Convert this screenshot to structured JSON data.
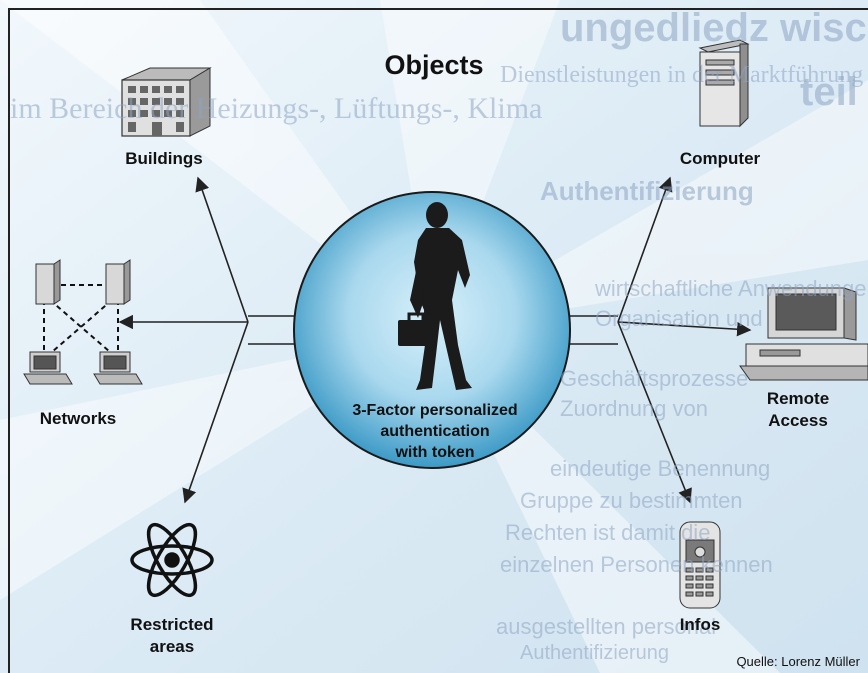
{
  "title": "Objects",
  "center": {
    "line1": "3-Factor personalized",
    "line2": "authentication",
    "line3": "with token"
  },
  "nodes": {
    "buildings": "Buildings",
    "networks": "Networks",
    "restricted_1": "Restricted",
    "restricted_2": "areas",
    "computer": "Computer",
    "remote_1": "Remote",
    "remote_2": "Access",
    "infos": "Infos"
  },
  "source": "Quelle: Lorenz Müller",
  "background_text": {
    "heading_1": "ungedliedz wischen Person",
    "heading_2": "teil",
    "heading_3": "Authentifizierung",
    "line_1": "Dienstleistungen in der Marktführung",
    "line_2": "im Bereich der Heizungs-, Lüftungs-, Klima",
    "line_3": "wirtschaftliche Anwendungen",
    "line_4": "Organisation und",
    "line_5": "Geschäftsprozesse",
    "line_6": "Zuordnung von",
    "line_7": "eindeutige Benennung",
    "line_8": "Gruppe zu bestimmten",
    "line_9": "Rechten ist damit die",
    "line_10": "einzelnen Personen kennen",
    "line_11": "ausgestellten personal",
    "line_12": "Authentifizierung"
  },
  "colors": {
    "bg_light": "#e9f3f9",
    "bg_mid": "#cfe3f0",
    "circle_inner": "#c6e6f4",
    "circle_outer": "#3a9dc7",
    "frame": "#222222",
    "silhouette": "#1b1b1b"
  }
}
